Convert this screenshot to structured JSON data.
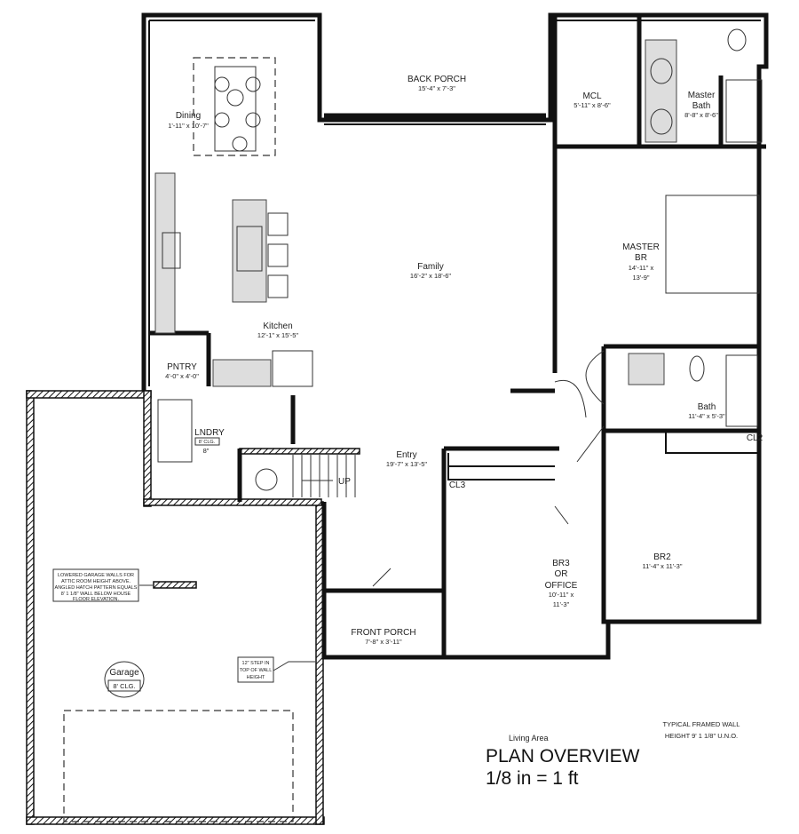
{
  "rooms": {
    "back_porch": {
      "name": "BACK PORCH",
      "dims": "15'-4\" x 7'-3\""
    },
    "dining": {
      "name": "Dining",
      "dims": "1'-11\" x 10'-7\""
    },
    "mcl": {
      "name": "MCL",
      "dims": "5'-11\" x 8'-6\""
    },
    "master_bath": {
      "name_1": "Master",
      "name_2": "Bath",
      "dims": "8'-8\" x 8'-6\""
    },
    "family": {
      "name": "Family",
      "dims": "16'-2\" x 18'-6\""
    },
    "kitchen": {
      "name": "Kitchen",
      "dims": "12'-1\" x 15'-5\""
    },
    "pantry": {
      "name": "PNTRY",
      "dims": "4'-0\" x 4'-0\""
    },
    "master_br": {
      "name_1": "MASTER",
      "name_2": "BR",
      "dims_1": "14'-11\" x",
      "dims_2": "13'-9\""
    },
    "bath": {
      "name": "Bath",
      "dims": "11'-4\" x 5'-3\""
    },
    "cl2": {
      "name": "CL2"
    },
    "laundry": {
      "name": "LNDRY",
      "ceiling": "8' CLG.",
      "dims": "8\""
    },
    "entry": {
      "name": "Entry",
      "dims": "19'-7\" x 13'-5\""
    },
    "cl3": {
      "name": "CL3"
    },
    "stairs": {
      "label": "UP"
    },
    "br3": {
      "name_1": "BR3",
      "name_2": "OR",
      "name_3": "OFFICE",
      "dims_1": "10'-11\" x",
      "dims_2": "11'-3\""
    },
    "br2": {
      "name": "BR2",
      "dims": "11'-4\" x 11'-3\""
    },
    "front_porch": {
      "name": "FRONT PORCH",
      "dims": "7'-8\" x 3'-11\""
    },
    "garage": {
      "name": "Garage",
      "ceiling": "8' CLG."
    }
  },
  "notes": {
    "garage_walls": [
      "LOWERED GARAGE WALLS FOR",
      "ATTIC ROOM HEIGHT ABOVE.",
      "ANGLED HATCH PATTERN EQUALS",
      "8' 1 1/8\" WALL BELOW HOUSE",
      "FLOOR ELEVATION."
    ],
    "step": [
      "12\" STEP IN",
      "TOP OF WALL",
      "HEIGHT"
    ],
    "wall_height": [
      "TYPICAL FRAMED WALL",
      "HEIGHT 9' 1 1/8\" U.N.O."
    ]
  },
  "title_block": {
    "subtitle": "Living Area",
    "title": "PLAN OVERVIEW",
    "scale": "1/8 in = 1 ft"
  }
}
